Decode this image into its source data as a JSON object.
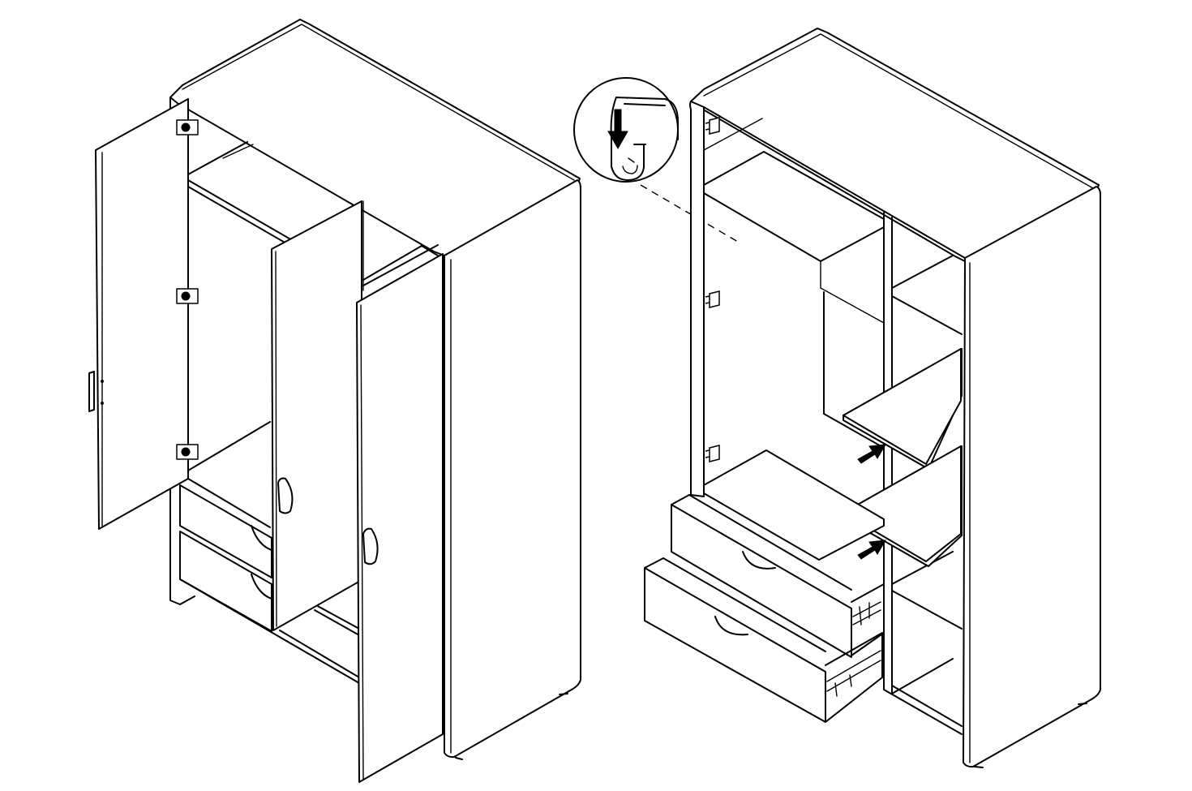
{
  "figure": {
    "views": [
      {
        "id": "left",
        "content": "wardrobe-doors-open",
        "door_count": 3,
        "drawer_count": 2,
        "hinges_per_door": 3
      },
      {
        "id": "right",
        "content": "wardrobe-shelf-and-drawer-installation",
        "drawer_count": 2,
        "shelf_count": 2,
        "arrow_count": 2
      }
    ],
    "detail": {
      "content": "hanger-rail-insertion",
      "arrow_direction": "down"
    }
  },
  "colors": {
    "line": "#000000",
    "fill": "#ffffff"
  }
}
